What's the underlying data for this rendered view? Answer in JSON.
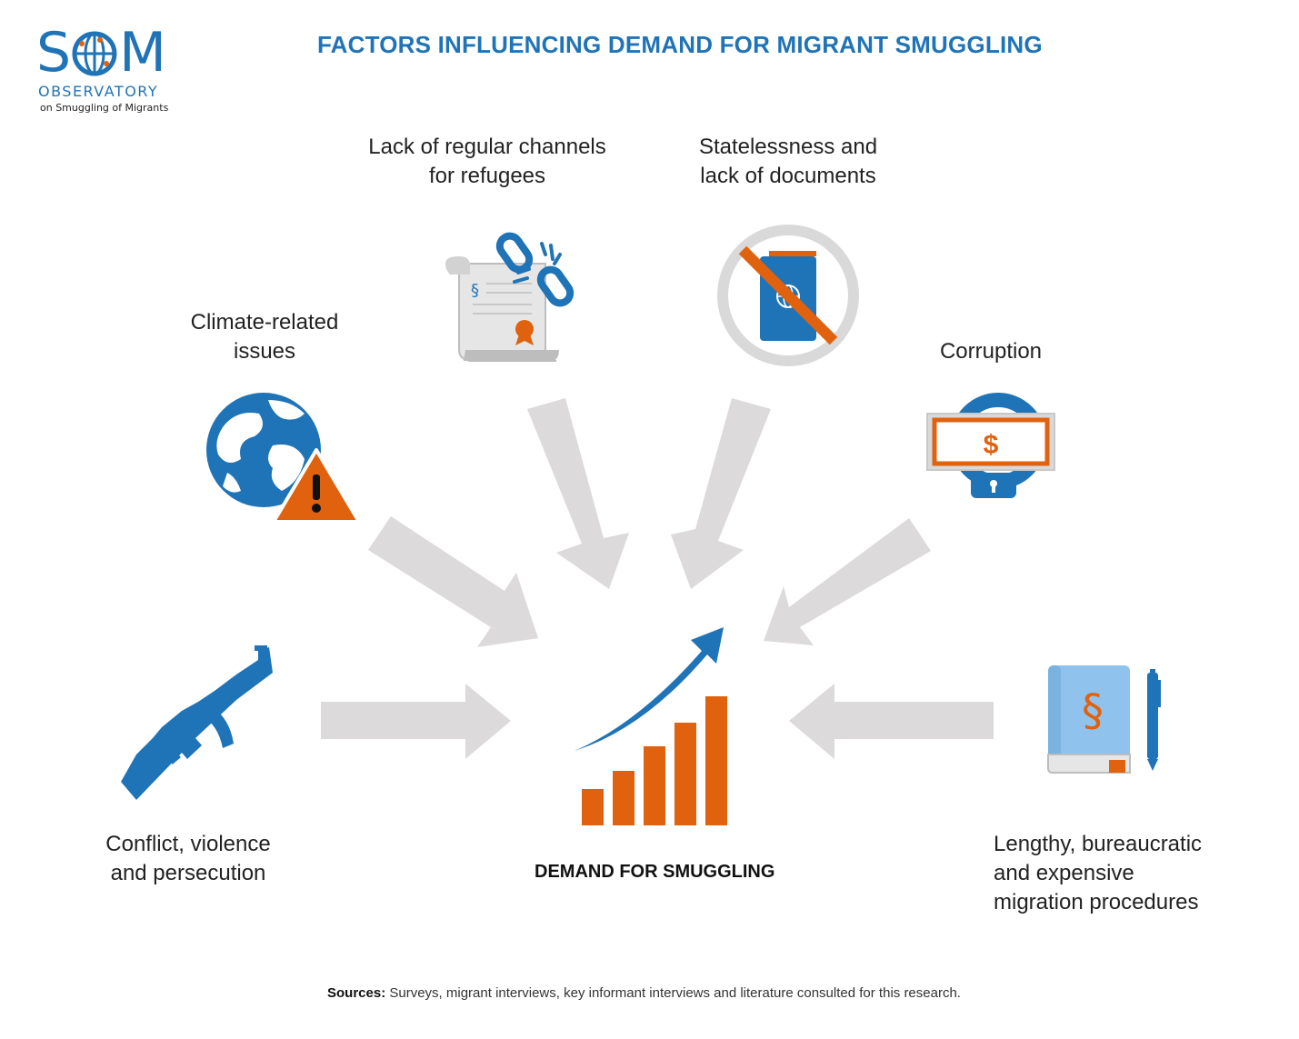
{
  "logo": {
    "brand": "S M",
    "observatory": "OBSERVATORY",
    "subtitle": "on Smuggling of Migrants"
  },
  "title": "FACTORS INFLUENCING DEMAND FOR MIGRANT SMUGGLING",
  "factors": {
    "regular_channels": [
      "Lack of regular channels",
      "for refugees"
    ],
    "statelessness": [
      "Statelessness and",
      "lack of documents"
    ],
    "climate": [
      "Climate-related",
      "issues"
    ],
    "corruption": [
      "Corruption"
    ],
    "conflict": [
      "Conflict, violence",
      "and persecution"
    ],
    "procedures": [
      "Lengthy, bureaucratic",
      "and expensive",
      "migration procedures"
    ]
  },
  "center_label": "DEMAND FOR SMUGGLING",
  "sources": {
    "label": "Sources:",
    "text": " Surveys, migrant interviews, key informant interviews and literature consulted for this research."
  },
  "icons": [
    "globe-icon",
    "warning-icon",
    "document-icon",
    "broken-chain-icon",
    "no-passport-icon",
    "handcuff-money-icon",
    "rifle-icon",
    "law-book-icon",
    "pen-icon",
    "bar-chart-icon",
    "trend-arrow-icon"
  ],
  "colors": {
    "blue": "#1f73b7",
    "orange": "#e0620f",
    "arrow_gray": "#dcdada",
    "gray_icon": "#d9d9d9"
  }
}
